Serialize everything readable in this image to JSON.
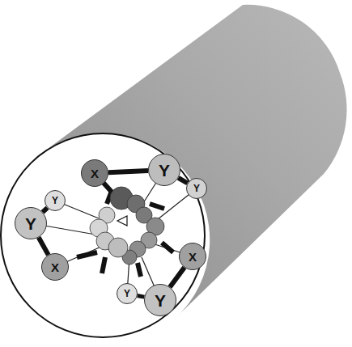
{
  "diagram": {
    "nodes": [
      {
        "text": [
          "X"
        ]
      },
      {
        "text": [
          "Y"
        ]
      },
      {
        "text": [
          "Y"
        ]
      },
      {
        "text": [
          "Y"
        ]
      },
      {
        "text": [
          "Y"
        ]
      },
      {
        "text": [
          "X"
        ]
      },
      {
        "text": [
          "X"
        ]
      },
      {
        "text": [
          "Y"
        ]
      },
      {
        "text": [
          "Y"
        ]
      }
    ],
    "edges": [
      {
        "from": 0,
        "to": 1,
        "arrow": "none"
      },
      {
        "from": 1,
        "to": 2,
        "arrow": "none"
      },
      {
        "from": 3,
        "to": 4,
        "arrow": "none"
      },
      {
        "from": 4,
        "to": 6,
        "arrow": "none"
      },
      {
        "from": 5,
        "to": 8,
        "arrow": "none"
      },
      {
        "from": 7,
        "to": 8,
        "arrow": "none"
      }
    ]
  }
}
